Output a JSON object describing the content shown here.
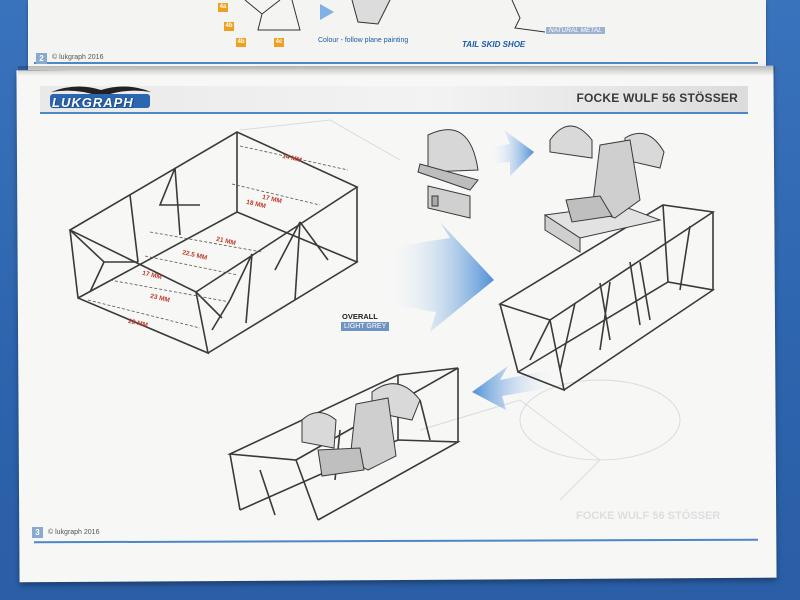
{
  "top_page": {
    "page_number": "2",
    "copyright": "© lukgraph 2016",
    "colour_note": "Colour - follow plane painting",
    "tail_skid": "TAIL SKID SHOE",
    "natural_metal": "NATURAL METAL",
    "badges": [
      "4a",
      "4b",
      "4b",
      "4c"
    ]
  },
  "main_page": {
    "logo": "LUKGRAPH",
    "title": "FOCKE WULF 56 STÖSSER",
    "overall": "OVERALL",
    "light_grey": "LIGHT GREY",
    "dimensions": [
      "14 MM",
      "17 MM",
      "18 MM",
      "21 MM",
      "22.5 MM",
      "17 MM",
      "23 MM",
      "22 MM"
    ],
    "page_number": "3",
    "copyright": "© lukgraph 2016",
    "ghost_footer": "FOCKE WULF 56 STÖSSER"
  },
  "colors": {
    "background": "#2f69b3",
    "accent": "#4f86c6",
    "arrow": "#5a95d6",
    "dimension": "#c0392b"
  }
}
